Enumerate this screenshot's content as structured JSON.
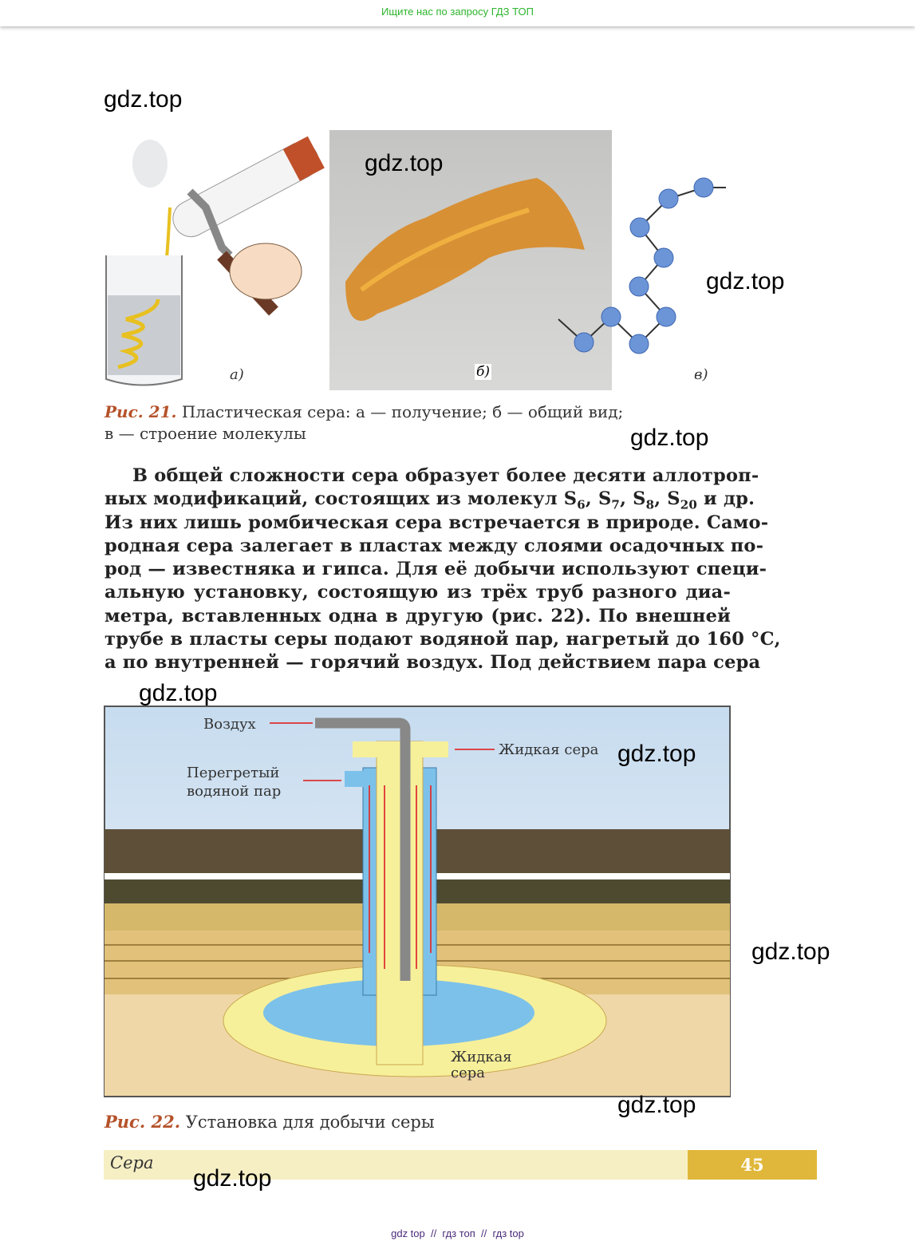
{
  "banner": "Ищите нас по запросу ГДЗ ТОП",
  "watermark": "gdz.top",
  "fig21": {
    "label_a": "а)",
    "label_b": "б)",
    "label_c": "в)",
    "caption_num": "Рис. 21.",
    "caption_line1": " Пластическая сера: а — получение; б — общий вид;",
    "caption_line2": "в — строение молекулы"
  },
  "paragraph": {
    "line1": "В общей сложности сера образует более десяти аллотроп-",
    "line2_parts": [
      "ных модификаций, состоящих из молекул S",
      "6",
      ", S",
      "7",
      ", S",
      "8",
      ", S",
      "20",
      " и др."
    ],
    "line3": "Из них лишь ромбическая сера встречается в природе. Само-",
    "line4": "родная сера залегает в пластах между слоями осадочных по-",
    "line5": "род — известняка и гипса. Для её добычи используют специ-",
    "line6": "альную установку, состоящую из трёх труб разного диа-",
    "line7": "метра, вставленных одна в другую (рис. 22). По внешней",
    "line8": "трубе в пласты серы подают водяной пар, нагретый до 160 °С,",
    "line9": "а по внутренней — горячий воздух. Под действием пара сера"
  },
  "fig22": {
    "air": "Воздух",
    "liquid_sulfur_top": "Жидкая сера",
    "steam_1": "Перегретый",
    "steam_2": "водяной пар",
    "liquid_1": "Жидкая",
    "liquid_2": "сера",
    "caption_num": "Рис. 22.",
    "caption_text": " Установка для добычи серы"
  },
  "footer": {
    "section": "Сера",
    "page": "45"
  },
  "bottom_links": "gdz top  //  гдз топ  //  гдз top",
  "colors": {
    "accent": "#b5522a",
    "page_tab": "#e0b73a",
    "banner": "#2db52d"
  }
}
